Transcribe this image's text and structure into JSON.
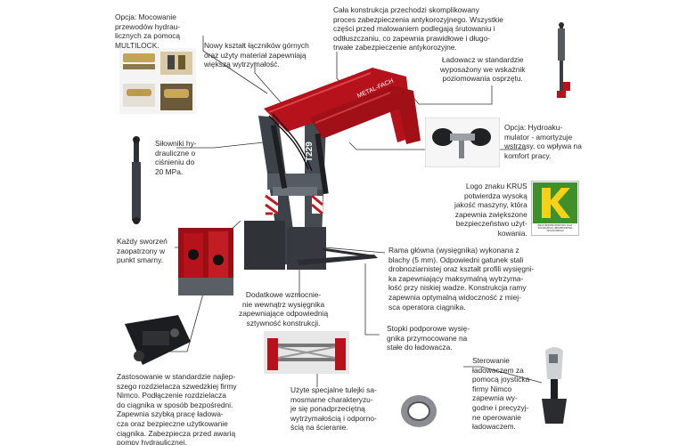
{
  "captions": {
    "multilock": "Opcja: Mocowanie\nprzewodów hydrau-\nlicznych za pomocą\nMULTILOCK.",
    "lacznik": "Nowy kształt łączników górnych\noraz użyty materiał zapewniają\nwiększą wytrzymałość.",
    "antykorozja": "Cała konstrukcja przechodzi skomplikowany\nproces zabezpieczenia antykorozyjnego. Wszystkie\nczęści przed malowaniem podlegają śrutowaniu i\nodtłuszczaniu, co zapewnia prawidłowe i długo-\ntrwałe zabezpieczenie antykorozyjne.",
    "wskaznik": "Ładowacz w standardzie\nwyposażony we wskaźnik\npoziomowania osprzętu.",
    "silowniki": "Siłowniki hy-\ndrauliczne o\nciśnieniu do\n20 MPa.",
    "hydroakumulator": "Opcja: Hydroaku-\nmulator - amortyzuje\nwstrząsy, co wpływa na\nkomfort pracy.",
    "krus": "Logo znaku KRUS\npotwierdza wysoką\njakość maszyny, która\nzapewnia zwiększone\nbezpieczeństwo użyt-\nkowania.",
    "sworzen": "Każdy sworzeń\nzaopatrzony w\npunkt smarny.",
    "rama": "Rama główna (wysięgnika) wykonana z\nblachy (5 mm). Odpowiedni gatunek stali\ndrobnoziarnistej oraz kształt profili wysięgni-\nka zapewniający maksymalną wytrzyma-\nłość przy niskiej wadze. Konstrukcja ramy\nzapewnia optymalną widoczność z miej-\nsca operatora ciągnika.",
    "wzmocnienie": "Dodatkowe wzmocnie-\nnie wewnątrz wysięgnika\nzapewniające odpowiednią\nsztywność konstrukcji.",
    "stopki": "Stopki podporowe wysię-\ngnika przymocowane na\nstałe do ładowacza.",
    "rozdzielacz": "Zastosowanie w standardzie najlep-\nszego rozdzielacza szwedzkiej firmy\nNimco. Podłączenie rozdzielacza\ndo ciągnika w sposób bezpośredni.\nZapewnia szybką pracę ładowa-\ncza oraz bezpieczne użytkowanie\nciągnika. Zabezpiecza przed awarią\npompy hydraulicznej.",
    "tulejki": "Użyte specjalne tulejki sa-\nmosmarne charakteryzu-\nje się ponadprzeciętną\nwytrzymałością i odporno-\nścią na ścieranie.",
    "joystick": "Sterowanie\nładowaczem za\npomocą joysticka\nfirmy Nimco\nzapewnia wy-\ngodne i precyzyj-\nne operowanie\nładowaczem."
  },
  "loader_labels": {
    "arm_brand": "METAL-FACH",
    "model": "T229"
  },
  "colors": {
    "loader_red": "#b5121b",
    "frame_grey": "#3d4249",
    "krus_green": "#3f8f2a",
    "leader": "#333333"
  },
  "icons": {
    "krus_logo": "krus-logo-icon"
  }
}
